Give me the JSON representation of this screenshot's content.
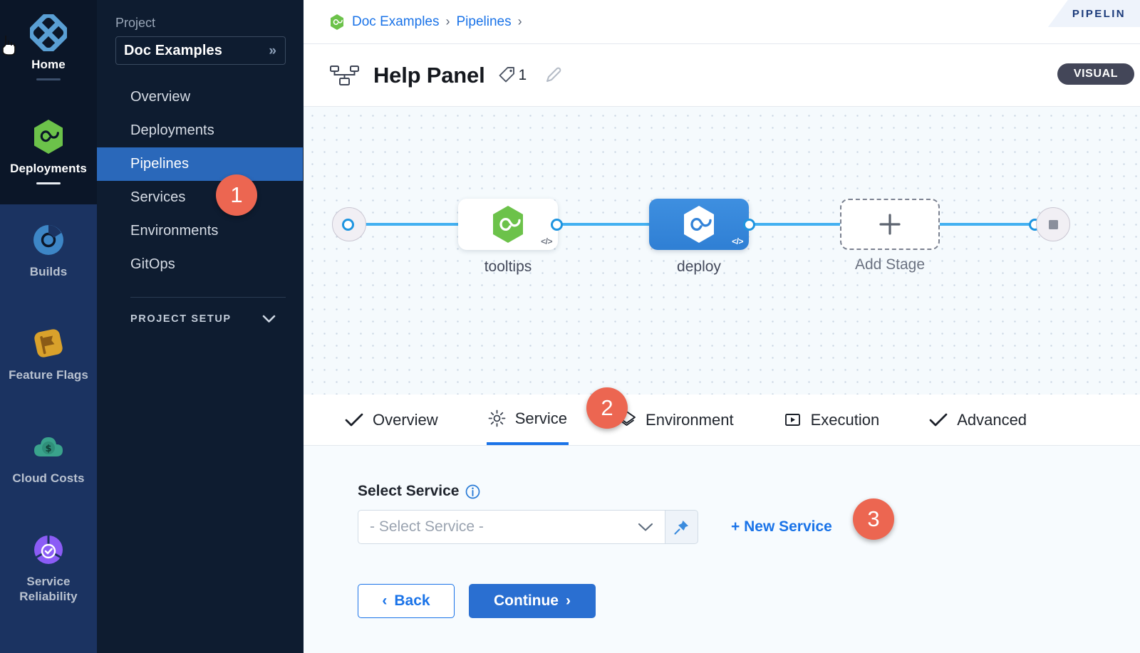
{
  "module_rail": {
    "items": [
      {
        "label": "Home",
        "icon": "home-diamond-icon",
        "active": true
      },
      {
        "label": "Deployments",
        "icon": "deployments-infinity-icon",
        "active": true
      },
      {
        "label": "Builds",
        "icon": "builds-icon",
        "active": false
      },
      {
        "label": "Feature Flags",
        "icon": "feature-flags-icon",
        "active": false
      },
      {
        "label": "Cloud Costs",
        "icon": "cloud-costs-icon",
        "active": false
      },
      {
        "label": "Service Reliability",
        "icon": "service-reliability-icon",
        "active": false
      }
    ]
  },
  "project_nav": {
    "project_label": "Project",
    "project_name": "Doc Examples",
    "expand_glyph": "»",
    "items": [
      {
        "label": "Overview",
        "active": false
      },
      {
        "label": "Deployments",
        "active": false
      },
      {
        "label": "Pipelines",
        "active": true
      },
      {
        "label": "Services",
        "active": false
      },
      {
        "label": "Environments",
        "active": false
      },
      {
        "label": "GitOps",
        "active": false
      }
    ],
    "section_label": "PROJECT SETUP"
  },
  "breadcrumb": {
    "items": [
      "Doc Examples",
      "Pipelines"
    ],
    "separator": "›",
    "trailing_separator": "›",
    "project_icon": "harness-hexagon-icon"
  },
  "pipeline_tab": {
    "label": "PIPELIN"
  },
  "header": {
    "icon": "pipeline-diagram-icon",
    "title": "Help Panel",
    "tag_icon": "tag-icon",
    "tag_count": "1",
    "edit_icon": "pencil-edit-icon",
    "visual_toggle": "VISUAL"
  },
  "canvas": {
    "start_node": "pipeline-start-icon",
    "end_node": "pipeline-end-icon",
    "stages": [
      {
        "name": "tooltips",
        "type": "white",
        "icon": "harness-hexagon-green-icon",
        "code_badge": "</>"
      },
      {
        "name": "deploy",
        "type": "blue",
        "icon": "harness-hexagon-white-icon",
        "code_badge": "</>"
      }
    ],
    "add_stage": {
      "label": "Add Stage",
      "glyph": "+"
    }
  },
  "step_tabs": [
    {
      "label": "Overview",
      "icon": "check-icon",
      "active": false
    },
    {
      "label": "Service",
      "icon": "gear-icon",
      "active": true
    },
    {
      "label": "Environment",
      "icon": "layers-icon",
      "active": false
    },
    {
      "label": "Execution",
      "icon": "play-box-icon",
      "active": false
    },
    {
      "label": "Advanced",
      "icon": "check-icon",
      "active": false
    }
  ],
  "form": {
    "select_service_label": "Select Service",
    "info_icon": "info-icon",
    "select_placeholder": "- Select Service -",
    "chevron_icon": "chevron-down-icon",
    "pin_icon": "pin-icon",
    "new_service_link": "+ New Service",
    "back_button": "Back",
    "back_chevron": "‹",
    "continue_button": "Continue",
    "continue_chevron": "›"
  },
  "callouts": [
    {
      "number": "1",
      "target": "sidebar-item-pipelines"
    },
    {
      "number": "2",
      "target": "tab-service"
    },
    {
      "number": "3",
      "target": "new-service-link"
    }
  ],
  "colors": {
    "accent_blue": "#1a73e8",
    "callout_orange": "#ec6651",
    "rail_dark": "#0b1628",
    "rail_blue": "#1b3361",
    "nav_dark": "#0e1c30",
    "nav_active": "#2a68ba",
    "edge_blue": "#43b0f1",
    "canvas_bg": "#f5fafd"
  }
}
